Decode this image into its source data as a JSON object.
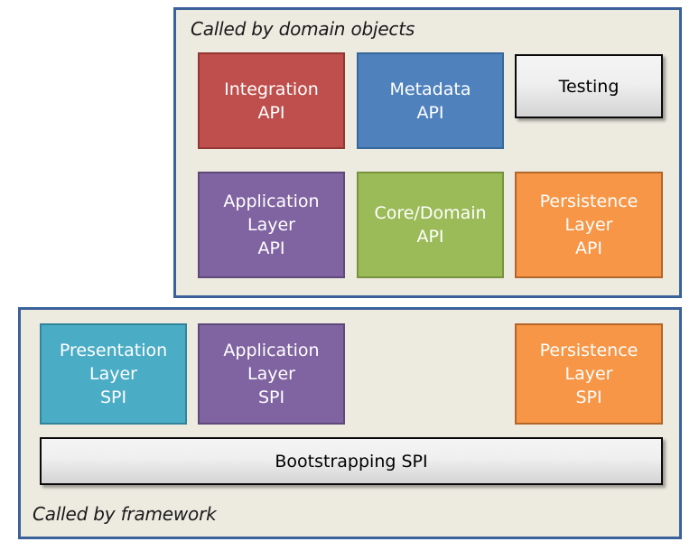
{
  "diagram": {
    "title_top": "Called by domain objects",
    "title_bottom": "Called by framework",
    "colors": {
      "panel_border": "#3A6199",
      "panel_background": "#EDEAE0",
      "red": "#BF4F4C",
      "red_border": "#943634",
      "blue": "#4F81BD",
      "blue_border": "#35689B",
      "purple": "#8064A2",
      "purple_border": "#5F497A",
      "green": "#9BBB59",
      "green_border": "#77933C",
      "orange": "#F79646",
      "orange_border": "#B4662A",
      "teal": "#4BACC6",
      "teal_border": "#31859B",
      "gray_border": "#0A0A0A"
    }
  },
  "top_panel": {
    "caption": "Called by domain objects",
    "blocks": [
      {
        "id": "integration-api",
        "lines": [
          "Integration",
          "API"
        ],
        "color": "red"
      },
      {
        "id": "metadata-api",
        "lines": [
          "Metadata",
          "API"
        ],
        "color": "blue"
      },
      {
        "id": "testing",
        "lines": [
          "Testing"
        ],
        "color": "gray"
      },
      {
        "id": "application-layer-api",
        "lines": [
          "Application",
          "Layer",
          "API"
        ],
        "color": "purple"
      },
      {
        "id": "core-domain-api",
        "lines": [
          "Core/Domain",
          "API"
        ],
        "color": "green"
      },
      {
        "id": "persistence-layer-api",
        "lines": [
          "Persistence",
          "Layer",
          "API"
        ],
        "color": "orange"
      }
    ]
  },
  "bottom_panel": {
    "caption": "Called by framework",
    "blocks": [
      {
        "id": "presentation-layer-spi",
        "lines": [
          "Presentation",
          "Layer",
          "SPI"
        ],
        "color": "teal"
      },
      {
        "id": "application-layer-spi",
        "lines": [
          "Application",
          "Layer",
          "SPI"
        ],
        "color": "purple"
      },
      {
        "id": "persistence-layer-spi",
        "lines": [
          "Persistence",
          "Layer",
          "SPI"
        ],
        "color": "orange"
      },
      {
        "id": "bootstrapping-spi",
        "lines": [
          "Bootstrapping SPI"
        ],
        "color": "gray"
      }
    ]
  },
  "text": {
    "integration": {
      "l1": "Integration",
      "l2": "API"
    },
    "metadata": {
      "l1": "Metadata",
      "l2": "API"
    },
    "testing": {
      "l1": "Testing"
    },
    "app_layer_api": {
      "l1": "Application",
      "l2": "Layer",
      "l3": "API"
    },
    "core_domain": {
      "l1": "Core/Domain",
      "l2": "API"
    },
    "persist_api": {
      "l1": "Persistence",
      "l2": "Layer",
      "l3": "API"
    },
    "presentation": {
      "l1": "Presentation",
      "l2": "Layer",
      "l3": "SPI"
    },
    "app_layer_spi": {
      "l1": "Application",
      "l2": "Layer",
      "l3": "SPI"
    },
    "persist_spi": {
      "l1": "Persistence",
      "l2": "Layer",
      "l3": "SPI"
    },
    "bootstrapping": {
      "l1": "Bootstrapping SPI"
    }
  }
}
